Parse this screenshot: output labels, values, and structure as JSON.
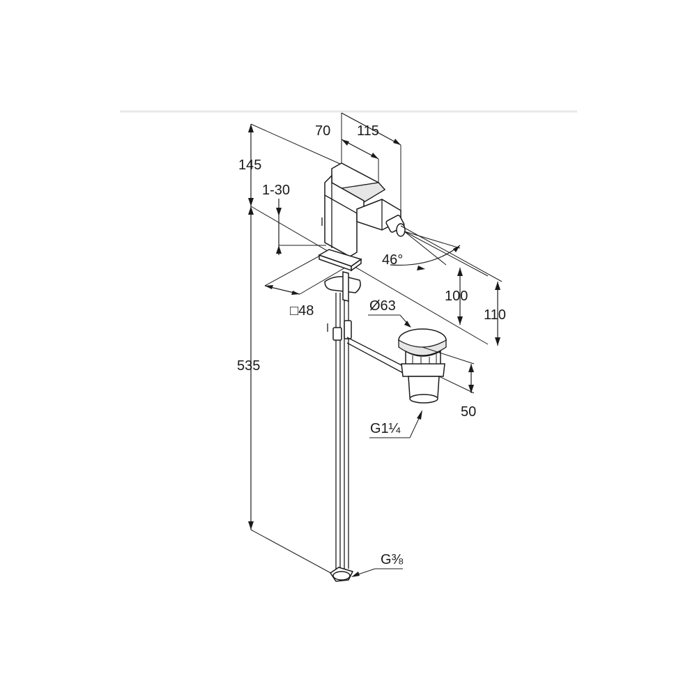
{
  "labels": {
    "width_70": "70",
    "reach_115": "115",
    "height_145": "145",
    "deck_thickness": "1-30",
    "spray_angle": "46°",
    "base_square": "□48",
    "waste_diameter": "Ø63",
    "height_100": "100",
    "height_110": "110",
    "total_length_535": "535",
    "waste_depth_50": "50",
    "waste_thread": "G1¼",
    "supply_thread": "G⅜"
  },
  "colors": {
    "line": "#1a1a1a",
    "background": "#ffffff",
    "shade": "#e6e6e6"
  }
}
